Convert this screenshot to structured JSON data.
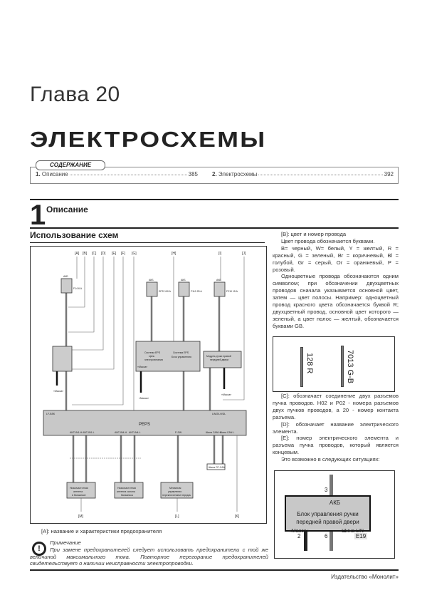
{
  "header": {
    "chapter": "Глава 20",
    "title": "ЭЛЕКТРОСХЕМЫ"
  },
  "toc": {
    "label": "СОДЕРЖАНИЕ",
    "items": [
      {
        "num": "1.",
        "label": "Описание",
        "page": "385"
      },
      {
        "num": "2.",
        "label": "Электросхемы",
        "page": "392"
      }
    ]
  },
  "section": {
    "num": "1",
    "title": "Описание",
    "subtitle": "Использование схем"
  },
  "diagram": {
    "top_labels": [
      "[A]",
      "[B]",
      "[C]",
      "[D]",
      "[E]",
      "[F]",
      "[G]",
      "[H]",
      "[I]",
      "[J]"
    ],
    "bottom_labels": [
      "[M]",
      "[L]",
      "[K]"
    ],
    "akb": "АКБ",
    "fuses": [
      "F14 6 A",
      "EPS 100 A",
      "F110 25 A",
      "F210 15 A"
    ],
    "eps_left": [
      "Система EPS",
      "Цепь",
      "электропитания"
    ],
    "eps_right": [
      "Система EPS",
      "Блок управления"
    ],
    "module": [
      "Модуль ручки правой",
      "передней двери"
    ],
    "ground": "«Масса»",
    "bus": "PEPS",
    "bus_pins": [
      "LF-BSK",
      "LIN/2/LH/DL",
      "ANT-IN1-H",
      "ANT-IN1-L",
      "ANT-IN4-H",
      "ANT-IN4-L",
      "P-SW",
      "Шина CAN H",
      "Шина CAN L"
    ],
    "can_box": "Шина CF-CAN",
    "boxes": [
      [
        "Низкочастотная",
        "антенна",
        "в багажнике"
      ],
      [
        "Низкочастотная",
        "антенна салона",
        "багажника"
      ],
      [
        "Механизм",
        "управления",
        "переключением передач"
      ]
    ]
  },
  "right_text": {
    "p1": "[B]: цвет и номер провода",
    "p2": "Цвет провода обозначается буквами.",
    "p3": "B= черный, W= белый, Y = желтый, R = красный, G = зеленый, Br = коричневый, Bl = голубой, Gr = серый, Or = оранжевый, P = розовый.",
    "p4": "Одноцветные провода обозначаются одним символом; при обозначении двухцветных проводов сначала указывается основной цвет, затем — цвет полосы. Например: одноцветный провод красного цвета обозначается буквой R; двухцветный провод, основной цвет которого — зеленый, а цвет полос — желтый, обозначается буквами GB.",
    "p5": "[C]: обозначает соединение двух разъемов пучка проводов. H02 и P02 - номера разъемов двух пучков проводов, а 20 - номер контакта разъема.",
    "p6": "[D]: обозначает название электрического элемента.",
    "p7": "[E]: номер электрического элемента и разъема пучка проводов, который является концевым.",
    "p8": "Это возможно в следующих ситуациях:"
  },
  "wire_example": {
    "w1": "128 R",
    "w2": "7013 G-B"
  },
  "example": {
    "pin_top": "3",
    "akb": "АКБ",
    "name1": "Блок управления ручки",
    "name2": "передней правой двери",
    "ground": "«Масса»",
    "lin": "Шина LIN",
    "pin_left": "2",
    "pin_right": "6",
    "id": "E19"
  },
  "caption": "[A]: название и характеристики предохранителя",
  "note": {
    "title": "Примечание",
    "text": "При замене предохранителей следует использовать предохранители с той же величиной максимального тока. Повторное перегорание предохранителей свидетельствует о наличии неисправности электропроводки."
  },
  "footer": "Издательство «Монолит»"
}
